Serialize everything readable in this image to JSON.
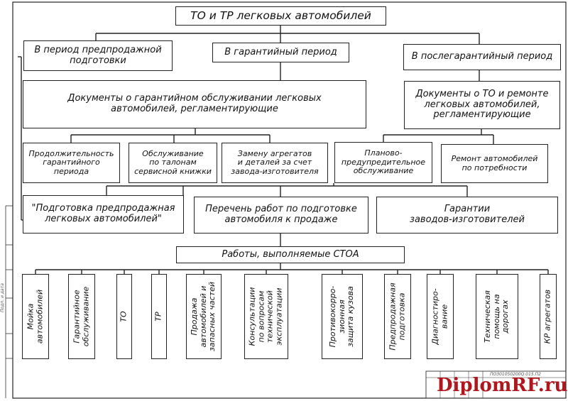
{
  "title": "ТО и ТР легковых автомобилей",
  "periods": [
    "В период предпродажной\nподготовки",
    "В гарантийный период",
    "В послегарантийный период"
  ],
  "docs": [
    "Документы о гарантийном обслуживании легковых\nавтомобилей, регламентирующие",
    "Документы о ТО и ремонте\nлегковых автомобилей,\nрегламентирующие"
  ],
  "regs": [
    "Продолжительность\nгарантийного\nпериода",
    "Обслуживание\nпо талонам\nсервисной книжки",
    "Замену агрегатов\nи деталей за счет\nзавода-изготовителя",
    "Планово-\nпредупредительное\nобслуживание",
    "Ремонт автомобилей\nпо потребности"
  ],
  "mid": [
    "\"Подготовка предпродажная\nлегковых автомобилей\"",
    "Перечень работ по подготовке\nавтомобиля к продаже",
    "Гарантии\nзаводов-изготовителей"
  ],
  "works_header": "Работы, выполняемые СТОА",
  "works": [
    "Мойка\nавтомобилей",
    "Гарантийное\nобслуживание",
    "ТО",
    "ТР",
    "Продажа\nавтомобилей и\nзапасных частей",
    "Консультации\nпо вопросам\nтехнической\nэксплуатации",
    "Противокорро-\nзионная\nзащита кузова",
    "Предпродажная\nподготовка",
    "Диагностиро-\nвание",
    "Техническая\nпомощь на\nдорогах",
    "КР агрегатов"
  ],
  "stamp": {
    "code": "ПОЗ01050200Q.015.П2",
    "left": "Подп. и дата"
  },
  "watermark": "DiplomRF.ru"
}
